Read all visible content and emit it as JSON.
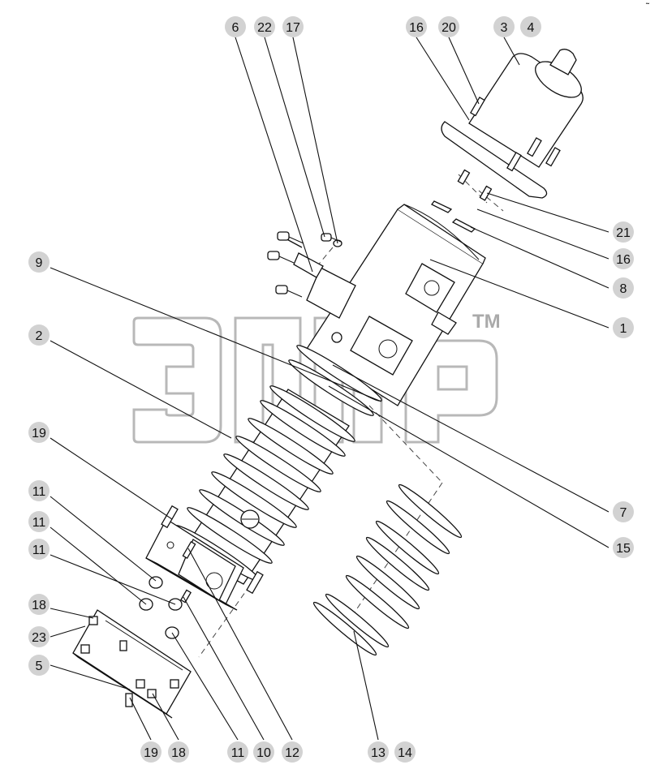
{
  "watermark": {
    "trademark": "TM"
  },
  "corner_mark": "˜",
  "callouts": [
    {
      "id": "c-6",
      "text": "6"
    },
    {
      "id": "c-22",
      "text": "22"
    },
    {
      "id": "c-17",
      "text": "17"
    },
    {
      "id": "c-16-top",
      "text": "16"
    },
    {
      "id": "c-20",
      "text": "20"
    },
    {
      "id": "c-3",
      "text": "3"
    },
    {
      "id": "c-4",
      "text": "4"
    },
    {
      "id": "c-21",
      "text": "21"
    },
    {
      "id": "c-16-right",
      "text": "16"
    },
    {
      "id": "c-8",
      "text": "8"
    },
    {
      "id": "c-1",
      "text": "1"
    },
    {
      "id": "c-9",
      "text": "9"
    },
    {
      "id": "c-2",
      "text": "2"
    },
    {
      "id": "c-19-left",
      "text": "19"
    },
    {
      "id": "c-11-a",
      "text": "11"
    },
    {
      "id": "c-11-b",
      "text": "11"
    },
    {
      "id": "c-11-c",
      "text": "11"
    },
    {
      "id": "c-18-left",
      "text": "18"
    },
    {
      "id": "c-23",
      "text": "23"
    },
    {
      "id": "c-5",
      "text": "5"
    },
    {
      "id": "c-7",
      "text": "7"
    },
    {
      "id": "c-15",
      "text": "15"
    },
    {
      "id": "c-19-bottom",
      "text": "19"
    },
    {
      "id": "c-18-bottom",
      "text": "18"
    },
    {
      "id": "c-11-bottom",
      "text": "11"
    },
    {
      "id": "c-10",
      "text": "10"
    },
    {
      "id": "c-12",
      "text": "12"
    },
    {
      "id": "c-13",
      "text": "13"
    },
    {
      "id": "c-14",
      "text": "14"
    }
  ]
}
